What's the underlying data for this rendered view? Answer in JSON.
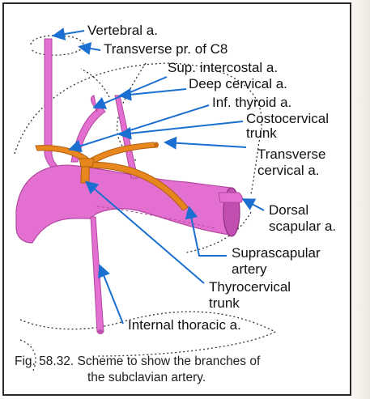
{
  "figure": {
    "caption_line1": "Fig. 58.32. Scheme to show the branches of",
    "caption_line2": "the subclavian artery.",
    "colors": {
      "subclavian": "#e36fd0",
      "subclavian_dark": "#c04fb0",
      "thyrocervical": "#e8871e",
      "leader": "#1b6fd1"
    }
  },
  "labels": {
    "vertebral": "Vertebral a.",
    "transverse_process": "Transverse pr. of C8",
    "sup_intercostal": "Sup. intercostal a.",
    "deep_cervical": "Deep cervical a.",
    "inf_thyroid": "Inf. thyroid a.",
    "costocervical_1": "Costocervical",
    "costocervical_2": "trunk",
    "transverse_cervical_1": "Transverse",
    "transverse_cervical_2": "cervical a.",
    "dorsal_scapular_1": "Dorsal",
    "dorsal_scapular_2": "scapular a.",
    "suprascapular_1": "Suprascapular",
    "suprascapular_2": "artery",
    "thyrocervical_1": "Thyrocervical",
    "thyrocervical_2": "trunk",
    "internal_thoracic": "Internal thoracic a."
  }
}
